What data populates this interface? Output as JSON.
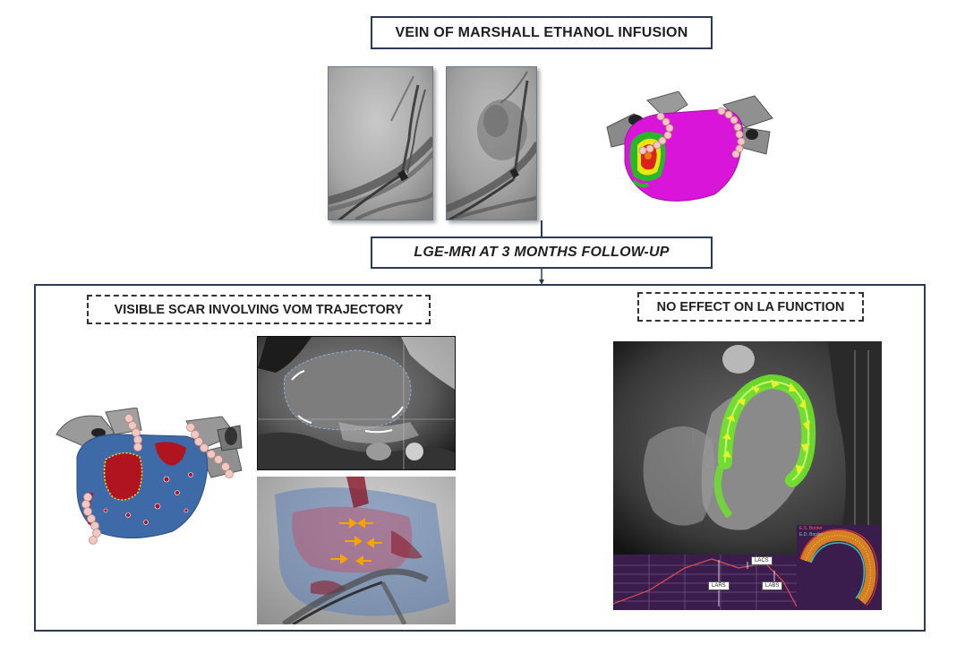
{
  "header": {
    "title": "VEIN OF MARSHALL ETHANOL INFUSION"
  },
  "followup": {
    "title": "LGE-MRI  AT 3 MONTHS  FOLLOW-UP"
  },
  "left_panel": {
    "heading": "VISIBLE SCAR INVOLVING VOM TRAJECTORY"
  },
  "right_panel": {
    "heading": "NO EFFECT ON LA FUNCTION",
    "strain_labels": {
      "lacs": "LACS",
      "lars": "LARS",
      "labs": "LABS"
    },
    "legend": {
      "es": "E.S. Border",
      "ed": "E.D. Border"
    }
  },
  "colors": {
    "frame": "#2b3a55",
    "scar_red": "#b0141e",
    "tissue_blue": "#3f6aa8",
    "magenta": "#d815d8",
    "strain_green": "#6fe32a",
    "chart_bg": "#3a1d4c"
  }
}
